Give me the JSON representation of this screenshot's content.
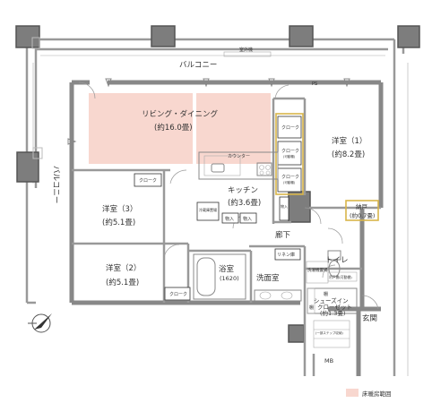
{
  "labels": {
    "balcony_top": "バルコニー",
    "balcony_left": "バルコニー",
    "ac_unit": "室外機",
    "ps": "PS",
    "living_name": "リビング・ダイニング",
    "living_size": "(約16.0畳)",
    "western1_name": "洋室（1）",
    "western1_size": "(約8.2畳)",
    "closet_a": "クローク",
    "closet_b": "クローク",
    "closet_c": "クローク",
    "closet_b_note": "(可動棚)",
    "closet_c_note": "(可動棚)",
    "counter": "カウンター",
    "kitchen_name": "キッチン",
    "kitchen_size": "(約3.6畳)",
    "storage_name": "納戸",
    "storage_size": "(約0.7畳)",
    "western3_name": "洋室（3）",
    "western3_size": "(約5.1畳)",
    "closet_w3": "クローク",
    "fridge": "冷蔵庫置場",
    "stock1": "物入",
    "stock2": "物入",
    "stock3": "物入",
    "hallway": "廊下",
    "linen": "リネン庫",
    "toilet": "トイレ",
    "washer": "洗濯機置場",
    "wall_shelf": "吊戸棚(可動棚)",
    "western2_name": "洋室（2）",
    "western2_size": "(約5.1畳)",
    "closet_w2": "クローク",
    "bath_name": "浴室",
    "bath_size": "(1620)",
    "washroom": "洗面室",
    "shoes_name": "シューズイン",
    "shoes_name2": "クローゼット",
    "shoes_size": "(約1.3畳)",
    "shoes_shelf": "棚",
    "shoes_shelf2": "棚",
    "entrance": "玄関",
    "mb": "MB",
    "stepshelf": "(一部ステップ収納)",
    "legend": "床暖房範囲"
  },
  "colors": {
    "floor_heating": "#f8d7cf",
    "storage_outline": "#d9b54a",
    "column": "#7d7d7d",
    "wall": "#888888"
  }
}
